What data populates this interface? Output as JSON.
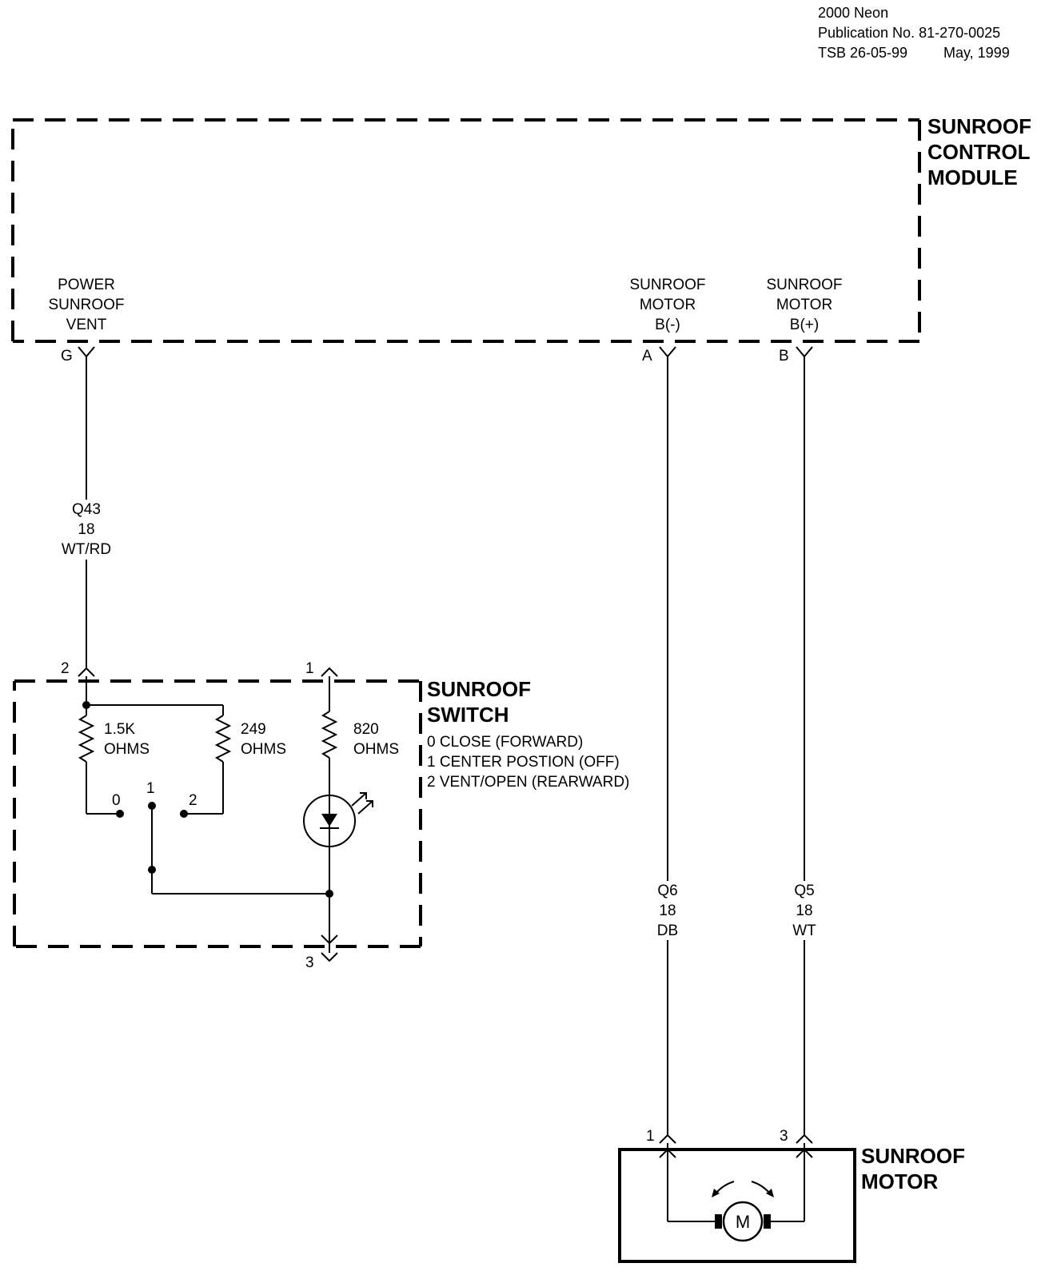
{
  "header": {
    "line1": "2000 Neon",
    "line2": "Publication No. 81-270-0025",
    "line3_tsb": "TSB 26-05-99",
    "line3_date": "May, 1999"
  },
  "module": {
    "title": [
      "SUNROOF",
      "CONTROL",
      "MODULE"
    ],
    "pins": {
      "g": {
        "pin": "G",
        "label": [
          "POWER",
          "SUNROOF",
          "VENT"
        ]
      },
      "a": {
        "pin": "A",
        "label": [
          "SUNROOF",
          "MOTOR",
          "B(-)"
        ]
      },
      "b": {
        "pin": "B",
        "label": [
          "SUNROOF",
          "MOTOR",
          "B(+)"
        ]
      }
    }
  },
  "wires": {
    "q43": [
      "Q43",
      "18",
      "WT/RD"
    ],
    "q6": [
      "Q6",
      "18",
      "DB"
    ],
    "q5": [
      "Q5",
      "18",
      "WT"
    ]
  },
  "switch": {
    "title": [
      "SUNROOF",
      "SWITCH"
    ],
    "positions": [
      "0 CLOSE (FORWARD)",
      "1 CENTER POSTION (OFF)",
      "2 VENT/OPEN (REARWARD)"
    ],
    "pins": {
      "p1": "1",
      "p2": "2",
      "p3": "3"
    },
    "resistors": {
      "r1": [
        "1.5K",
        "OHMS"
      ],
      "r2": [
        "249",
        "OHMS"
      ],
      "r3": [
        "820",
        "OHMS"
      ]
    },
    "contacts": {
      "c0": "0",
      "c1": "1",
      "c2": "2"
    }
  },
  "motor": {
    "title": [
      "SUNROOF",
      "MOTOR"
    ],
    "pins": {
      "p1": "1",
      "p3": "3"
    },
    "symbol": "M"
  }
}
